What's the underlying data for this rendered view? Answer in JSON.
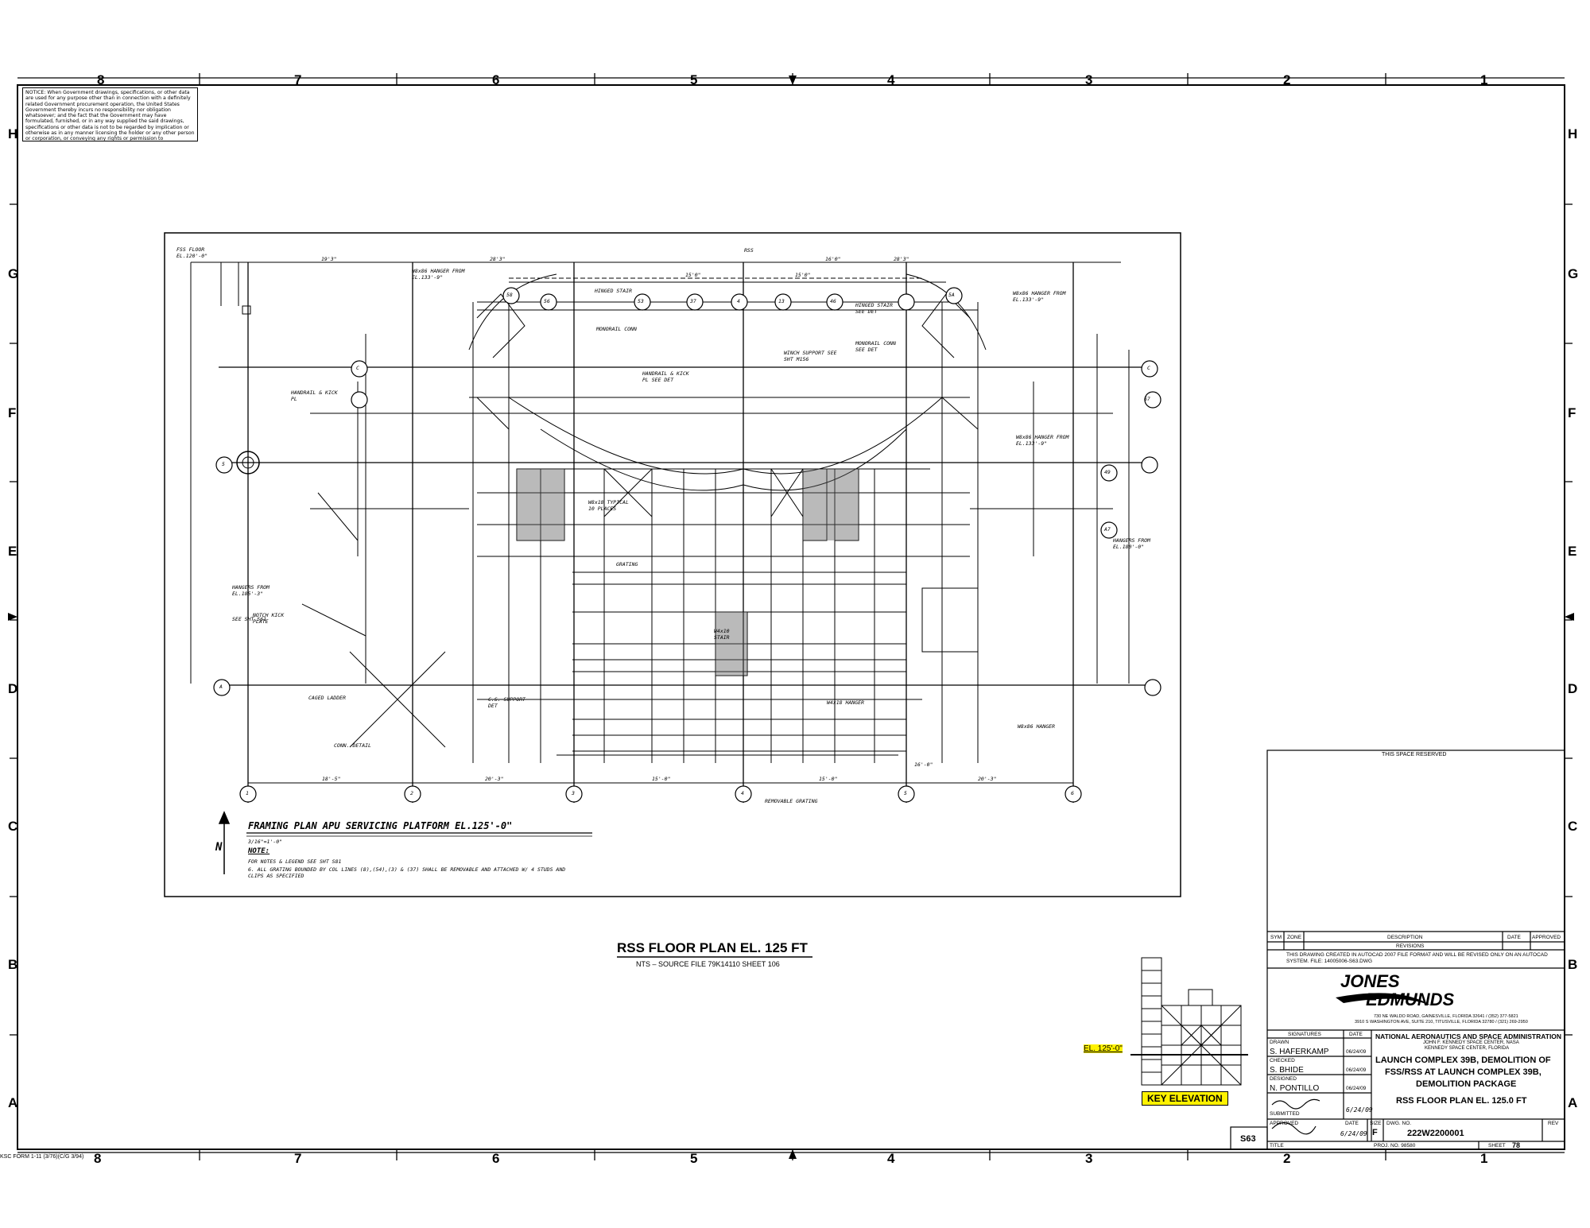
{
  "zones": {
    "columns_top": [
      "8",
      "7",
      "6",
      "5",
      "4",
      "3",
      "2",
      "1"
    ],
    "columns_bottom": [
      "8",
      "7",
      "6",
      "5",
      "4",
      "3",
      "2",
      "1"
    ],
    "rows_left": [
      "H",
      "G",
      "F",
      "E",
      "D",
      "C",
      "B",
      "A"
    ],
    "rows_right": [
      "H",
      "G",
      "F",
      "E",
      "D",
      "C",
      "B",
      "A"
    ]
  },
  "notice": "NOTICE: When Government drawings, specifications, or other data are used for any purpose other than in connection with a definitely related Government procurement operation, the United States Government thereby incurs no responsibility nor obligation whatsoever; and the fact that the Government may have formulated, furnished, or in any way supplied the said drawings, specifications or other data is not to be regarded by implication or otherwise as in any manner licensing the holder or any other person or corporation, or conveying any rights or permission to manufacture, use, or sell any patented invention that may in any way be related thereto.",
  "plan": {
    "title": "RSS FLOOR PLAN EL. 125 FT",
    "subtitle": "NTS – SOURCE FILE 79K14110 SHEET 106",
    "framing_title": "FRAMING PLAN APU SERVICING PLATFORM EL.125'-0\"",
    "scale": "3/16\"=1'-0\"",
    "notes_label": "NOTE:",
    "note_1": "FOR NOTES & LEGEND SEE SHT S81",
    "note_2": "6. ALL GRATING BOUNDED BY COL LINES (8),(54),(3) & (37) SHALL BE REMOVABLE AND ATTACHED W/ 4 STUDS AND CLIPS AS SPECIFIED",
    "north_label": "N",
    "fss_floor": "FSS FLOOR EL.120'-0\"",
    "rss_label": "RSS",
    "grid_bubbles_top": [
      "58",
      "56",
      "53",
      "37",
      "4",
      "13",
      "46",
      "5A"
    ],
    "grid_bubbles_bottom": [
      "1",
      "2",
      "3",
      "4",
      "5",
      "6"
    ],
    "grid_bubbles_side": [
      "C",
      "5",
      "A",
      "C",
      "67",
      "49",
      "A7"
    ],
    "dims_top": [
      "19'3\"",
      "28'3\"",
      "15'0\"",
      "15'0\"",
      "28'3\"",
      "16'0\""
    ],
    "dims_bottom": [
      "18'-5\"",
      "20'-3\"",
      "15'-0\"",
      "15'-0\"",
      "20'-3\"",
      "16'-0\""
    ],
    "labels": [
      "W8x86 HANGER FROM EL.133'-9\"",
      "HINGED STAIR",
      "MONORAIL CONN",
      "WINCH SUPPORT SEE SHT M156",
      "HANDRAIL & KICK PL SEE DET",
      "W8x86 HANGER FROM EL.133'-9\"",
      "HINGED STAIR SEE DET",
      "MONORAIL CONN SEE DET",
      "W8x86 HANGER FROM EL.133'-9\"",
      "HANDRAIL & KICK PL",
      "W4x10 STAIR",
      "W8x18 TYPICAL 10 PLACES",
      "GRATING",
      "HANGERS FROM EL.180'-0\"",
      "NOTCH KICK PLATE",
      "CAGED LADDER",
      "CONN. DETAIL",
      "C.S. SUPPORT DET",
      "REMOVABLE GRATING",
      "W8x86 HANGER",
      "W4x18 HANGER",
      "HANGERS FROM EL.185'-3\"",
      "SEE SHT S61"
    ]
  },
  "key_elevation": {
    "label": "EL. 125'-0\"",
    "title": "KEY ELEVATION"
  },
  "title_block": {
    "reserved": "THIS SPACE RESERVED",
    "rev_headers": [
      "SYM",
      "ZONE",
      "DESCRIPTION",
      "DATE",
      "APPROVED"
    ],
    "revisions_label": "REVISIONS",
    "autocad_note": "THIS DRAWING CREATED IN AUTOCAD 2007 FILE FORMAT AND WILL BE REVISED ONLY ON AN AUTOCAD SYSTEM. FILE: 14005006-S63.DWG",
    "firm_line1": "JONES",
    "firm_line2": "EDMUNDS",
    "firm_address": "730 NE WALDO ROAD, GAINESVILLE, FLORIDA 32641 / (352) 377-5821",
    "firm_address2": "3910 S WASHINGTON AVE, SUITE 210, TITUSVILLE, FLORIDA 32780 / (321) 269-2950",
    "signatures_label": "SIGNATURES",
    "date_label": "DATE",
    "drawn_label": "DRAWN",
    "drawn_name": "S. HAFERKAMP",
    "drawn_date": "06/24/09",
    "checked_label": "CHECKED",
    "checked_name": "S. BHIDE",
    "checked_date": "06/24/09",
    "designed_label": "DESIGNED",
    "designed_name": "N. PONTILLO",
    "designed_date": "06/24/09",
    "submitted_label": "SUBMITTED",
    "submitted_date": "6/24/09",
    "approved_label": "APPROVED",
    "approved_date": "6/24/09",
    "agency": "NATIONAL AERONAUTICS AND SPACE ADMINISTRATION",
    "center": "JOHN F. KENNEDY SPACE CENTER, NASA",
    "center2": "KENNEDY SPACE CENTER, FLORIDA",
    "title_1": "LAUNCH COMPLEX 39B, DEMOLITION OF",
    "title_2": "FSS/RSS AT LAUNCH COMPLEX 39B,",
    "title_3": "DEMOLITION PACKAGE",
    "title_4": "RSS FLOOR PLAN EL. 125.0 FT",
    "title_label": "TITLE",
    "size_label": "SIZE",
    "size": "F",
    "dwg_no_label": "DWG. NO.",
    "dwg_no": "222W2200001",
    "rev_label": "REV",
    "proj_no": "PROJ. NO. 98580",
    "sheet_label": "SHEET",
    "sheet": "78",
    "sheet_id": "S63"
  },
  "form_no": "KSC FORM 1-11 (3/76)(C/G 3/94)"
}
